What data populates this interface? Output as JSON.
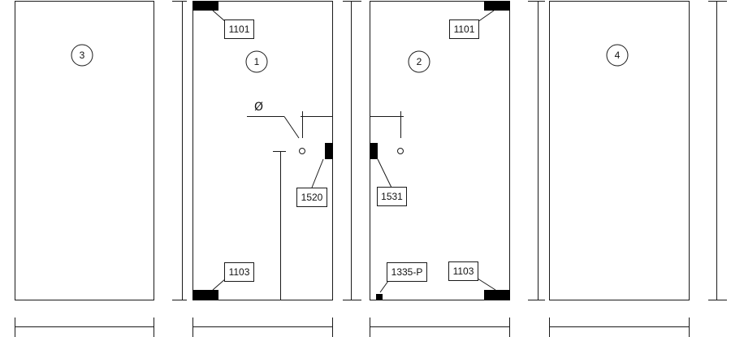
{
  "panels": [
    {
      "number": "3"
    },
    {
      "number": "1"
    },
    {
      "number": "2"
    },
    {
      "number": "4"
    }
  ],
  "tags": {
    "top_hinge_left": "1101",
    "top_hinge_right": "1101",
    "bottom_hinge_left": "1103",
    "bottom_hinge_right": "1103",
    "lock_left": "1520",
    "keeper_right": "1531",
    "floor_bolt": "1335-P"
  },
  "symbols": {
    "diameter": "Ø"
  }
}
